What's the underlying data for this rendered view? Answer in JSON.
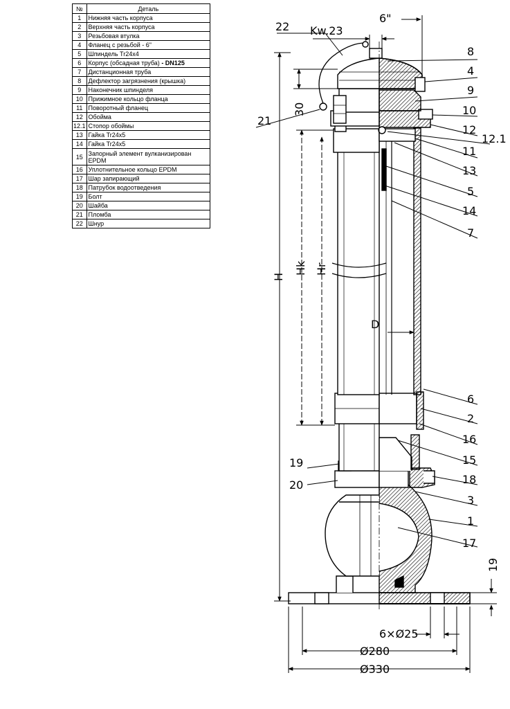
{
  "table": {
    "col_num": "№",
    "col_part": "Деталь",
    "rows": [
      {
        "num": "1",
        "name": "Нижняя часть корпуса"
      },
      {
        "num": "2",
        "name": "Верхняя часть корпуса"
      },
      {
        "num": "3",
        "name": "Резьбовая втулка"
      },
      {
        "num": "4",
        "name": "Фланец с резьбой - 6\""
      },
      {
        "num": "5",
        "name": "Шпиндель Tr24x4"
      },
      {
        "num": "6",
        "name": "Корпус (обсадная труба)",
        "suffix": " - DN125"
      },
      {
        "num": "7",
        "name": "Дистанционная труба"
      },
      {
        "num": "8",
        "name": "Дефлектор загрязнения (крышка)"
      },
      {
        "num": "9",
        "name": "Наконечник шпинделя"
      },
      {
        "num": "10",
        "name": "Прижимное кольцо фланца"
      },
      {
        "num": "11",
        "name": "Поворотный фланец"
      },
      {
        "num": "12",
        "name": "Обойма"
      },
      {
        "num": "12.1",
        "name": "Стопор обоймы"
      },
      {
        "num": "13",
        "name": "Гайка Tr24x5"
      },
      {
        "num": "14",
        "name": "Гайка Tr24x5"
      },
      {
        "num": "15",
        "name": "Запорный элемент вулканизирован EPDM"
      },
      {
        "num": "16",
        "name": "Уплотнительное кольцо EPDM"
      },
      {
        "num": "17",
        "name": "Шар запирающий"
      },
      {
        "num": "18",
        "name": "Патрубок водоотведения"
      },
      {
        "num": "19",
        "name": "Болт"
      },
      {
        "num": "20",
        "name": "Шайба"
      },
      {
        "num": "21",
        "name": "Пломба"
      },
      {
        "num": "22",
        "name": "Шнур"
      }
    ]
  },
  "drawing": {
    "callouts": {
      "c22": "22",
      "c21": "21",
      "c8": "8",
      "c4": "4",
      "c9": "9",
      "c10": "10",
      "c12": "12",
      "c12_1": "12.1",
      "c11": "11",
      "c13": "13",
      "c5": "5",
      "c14": "14",
      "c7": "7",
      "c6": "6",
      "c2": "2",
      "c16": "16",
      "c15": "15",
      "c18": "18",
      "c3": "3",
      "c1": "1",
      "c17": "17",
      "c19": "19",
      "c20": "20"
    },
    "dimensions": {
      "kw": "Kw.23",
      "thread": "6\"",
      "d30": "30",
      "H": "H",
      "Hk": "Hk",
      "Hr": "Hr",
      "D": "D",
      "d19": "19",
      "holes": "6×Ø25",
      "d280": "Ø280",
      "d330": "Ø330"
    }
  }
}
